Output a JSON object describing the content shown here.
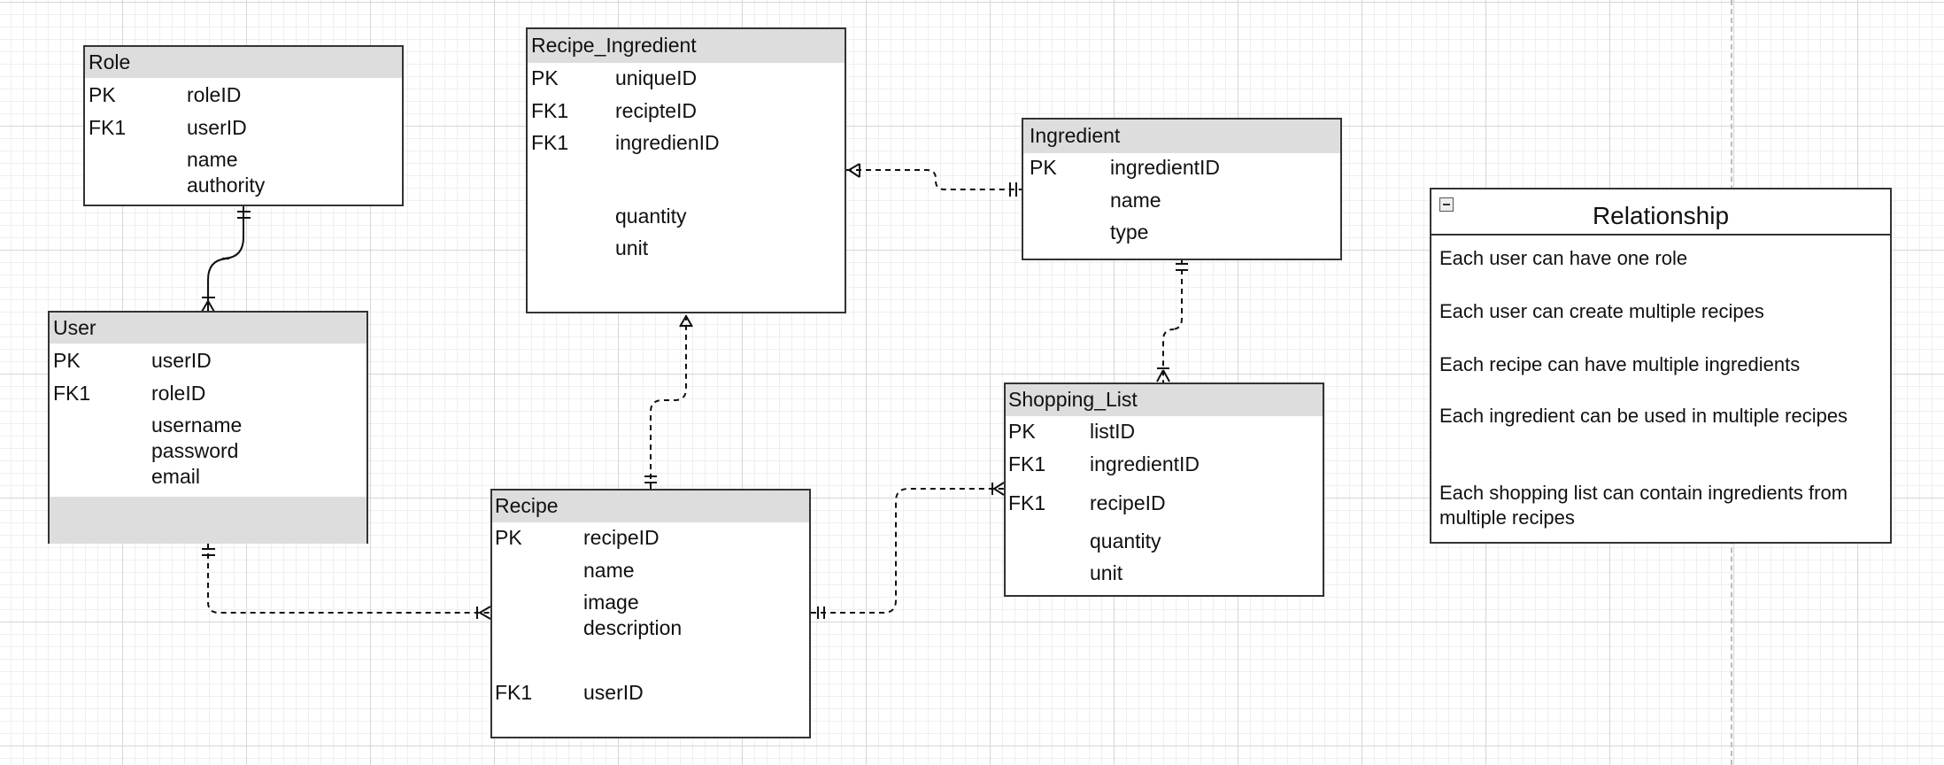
{
  "entities": {
    "role": {
      "title": "Role",
      "pk": "PK",
      "fk1": "FK1",
      "role_id": "roleID",
      "user_id": "userID",
      "name": "name",
      "authority": "authority"
    },
    "user": {
      "title": "User",
      "pk": "PK",
      "fk1": "FK1",
      "user_id": "userID",
      "role_id": "roleID",
      "username": "username",
      "password": "password",
      "email": "email"
    },
    "recipe_ingredient": {
      "title": "Recipe_Ingredient",
      "pk": "PK",
      "fk1a": "FK1",
      "fk1b": "FK1",
      "unique_id": "uniqueID",
      "recipe_id": "recipteID",
      "ingredient_id": "ingredienID",
      "quantity": "quantity",
      "unit": "unit"
    },
    "ingredient": {
      "title": "Ingredient",
      "pk": "PK",
      "ingredient_id": "ingredientID",
      "name": "name",
      "type": "type"
    },
    "recipe": {
      "title": "Recipe",
      "pk": "PK",
      "fk1": "FK1",
      "recipe_id": "recipeID",
      "name": "name",
      "image": "image",
      "description": "description",
      "user_id": "userID"
    },
    "shopping_list": {
      "title": "Shopping_List",
      "pk": "PK",
      "fk1a": "FK1",
      "fk1b": "FK1",
      "list_id": "listID",
      "ingredient_id": "ingredientID",
      "recipe_id": "recipeID",
      "quantity": "quantity",
      "unit": "unit"
    }
  },
  "relationship_note": {
    "title": "Relationship",
    "items": [
      "Each user can have one role",
      "Each user can create multiple recipes",
      "Each recipe can have multiple ingredients",
      "Each ingredient can be used in multiple recipes",
      "Each shopping list can contain ingredients from multiple recipes"
    ]
  }
}
